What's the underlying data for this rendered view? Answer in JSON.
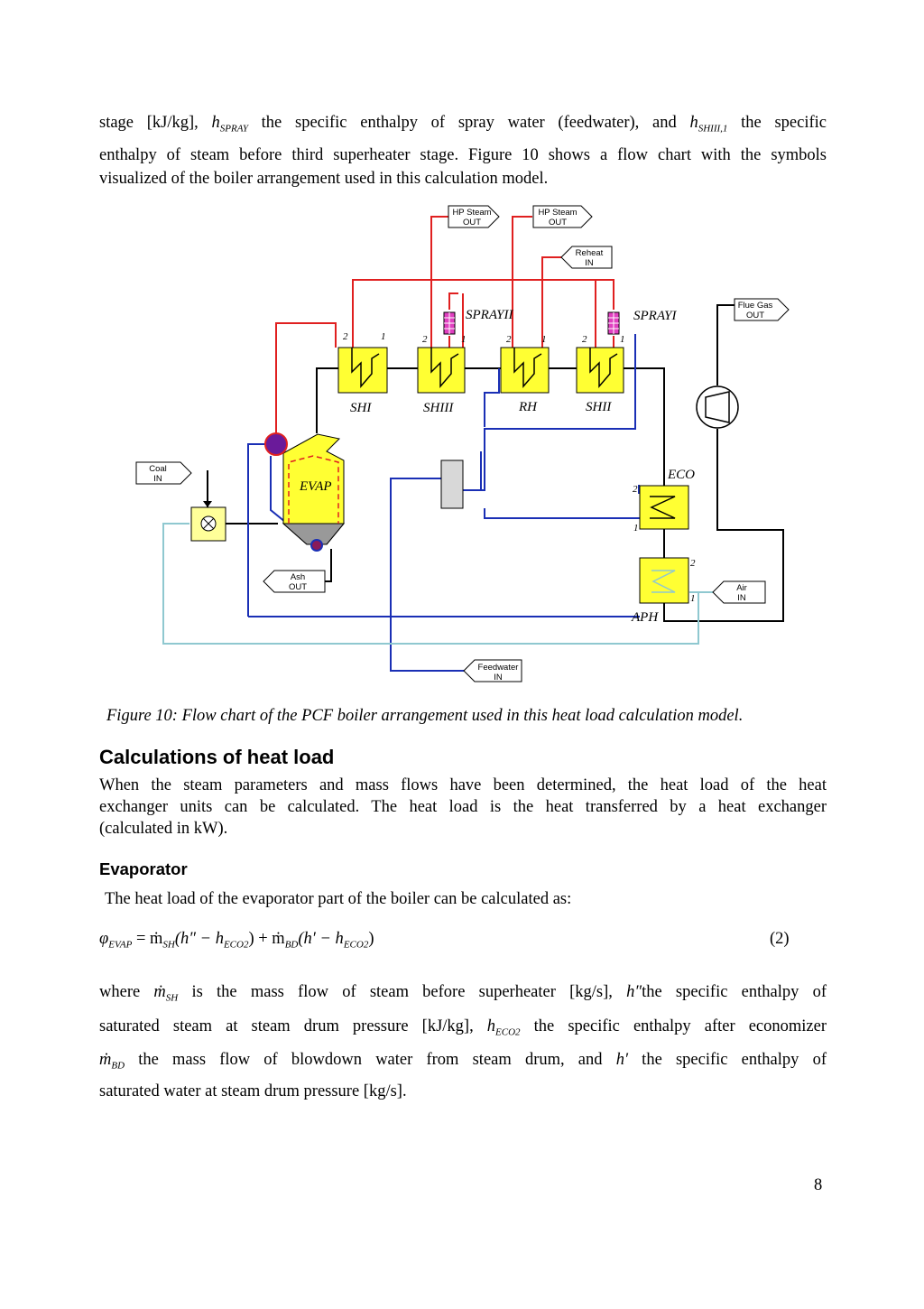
{
  "intro": {
    "line1_a": "stage [kJ/kg], ",
    "h_spray_sym": "h",
    "h_spray_sub": "SPRAY",
    "line1_b": " the specific enthalpy of spray water (feedwater), and ",
    "h_shiii_sym": "h",
    "h_shiii_sub": "SHIII,1",
    "line1_c": " the specific",
    "line2": "enthalpy of steam before third superheater stage. Figure 10 shows a flow chart with the symbols",
    "line3": "visualized of the boiler arrangement used in this calculation model."
  },
  "diagram": {
    "colors": {
      "steam": "#e02020",
      "water": "#1a2fb5",
      "air": "#8fc8d0",
      "flue": "#000000",
      "unit": "#ffff33",
      "spray": "#e040c0",
      "drum": "#7a1a8a"
    },
    "tags": {
      "hp_steam_1": [
        "HP Steam",
        "OUT"
      ],
      "hp_steam_2": [
        "HP Steam",
        "OUT"
      ],
      "reheat": [
        "Reheat",
        "IN"
      ],
      "flue_gas": [
        "Flue Gas",
        "OUT"
      ],
      "coal": [
        "Coal",
        "IN"
      ],
      "ash": [
        "Ash",
        "OUT"
      ],
      "air": [
        "Air",
        "IN"
      ],
      "feedwater": [
        "Feedwater",
        "IN"
      ]
    },
    "labels": {
      "spray2": "SPRAYII",
      "spray1": "SPRAYI",
      "shi": "SHI",
      "shiii": "SHIII",
      "rh": "RH",
      "shii": "SHII",
      "evap": "EVAP",
      "eco": "ECO",
      "aph": "APH"
    },
    "port_numbers": {
      "shi": [
        "2",
        "1"
      ],
      "shiii": [
        "2",
        "1"
      ],
      "rh": [
        "2",
        "1"
      ],
      "shii": [
        "2",
        "1"
      ],
      "eco": [
        "2",
        "1"
      ],
      "aph": [
        "2",
        "1"
      ]
    }
  },
  "figure_caption": "Figure 10: Flow chart of the PCF boiler arrangement used in this heat load calculation model.",
  "section_heading": "Calculations of heat load",
  "section_para": {
    "line1": "When the steam parameters and mass flows have been determined, the heat load of the heat",
    "line2": "exchanger units can be calculated. The heat load is the heat transferred by a heat exchanger",
    "line3": "(calculated in kW)."
  },
  "subsection_heading": "Evaporator",
  "evap_text": "The heat load of the evaporator part of the boiler can be calculated as:",
  "equation": {
    "lhs": "φ",
    "lhs_sub": "EVAP",
    "body": " = ṁ",
    "sh_sub": "SH",
    "part1": "(h″ − h",
    "eco2_sub": "ECO2",
    "part2": ") + ṁ",
    "bd_sub": "BD",
    "part3": "(h′ − h",
    "eco2_sub_b": "ECO2",
    "part4": ")",
    "number": "(2)"
  },
  "where": {
    "line1_a": "where ",
    "m_sym": "ṁ",
    "m_sub": "SH",
    "line1_b": " is the mass flow of steam before superheater [kg/s], ",
    "hpp": "h″",
    "line1_c": "the specific enthalpy of",
    "line2_a": "saturated steam at steam drum pressure [kJ/kg], ",
    "h_sym": "h",
    "h_sub": "ECO2",
    "line2_b": " the specific enthalpy after economizer",
    "mbd_sym": "ṁ",
    "mbd_sub": "BD",
    "line3_a": " the mass flow of blowdown water from steam drum, and ",
    "hp": "h′",
    "line3_b": " the specific enthalpy of",
    "line4": "saturated water at steam drum pressure [kg/s]."
  },
  "page_number": "8"
}
